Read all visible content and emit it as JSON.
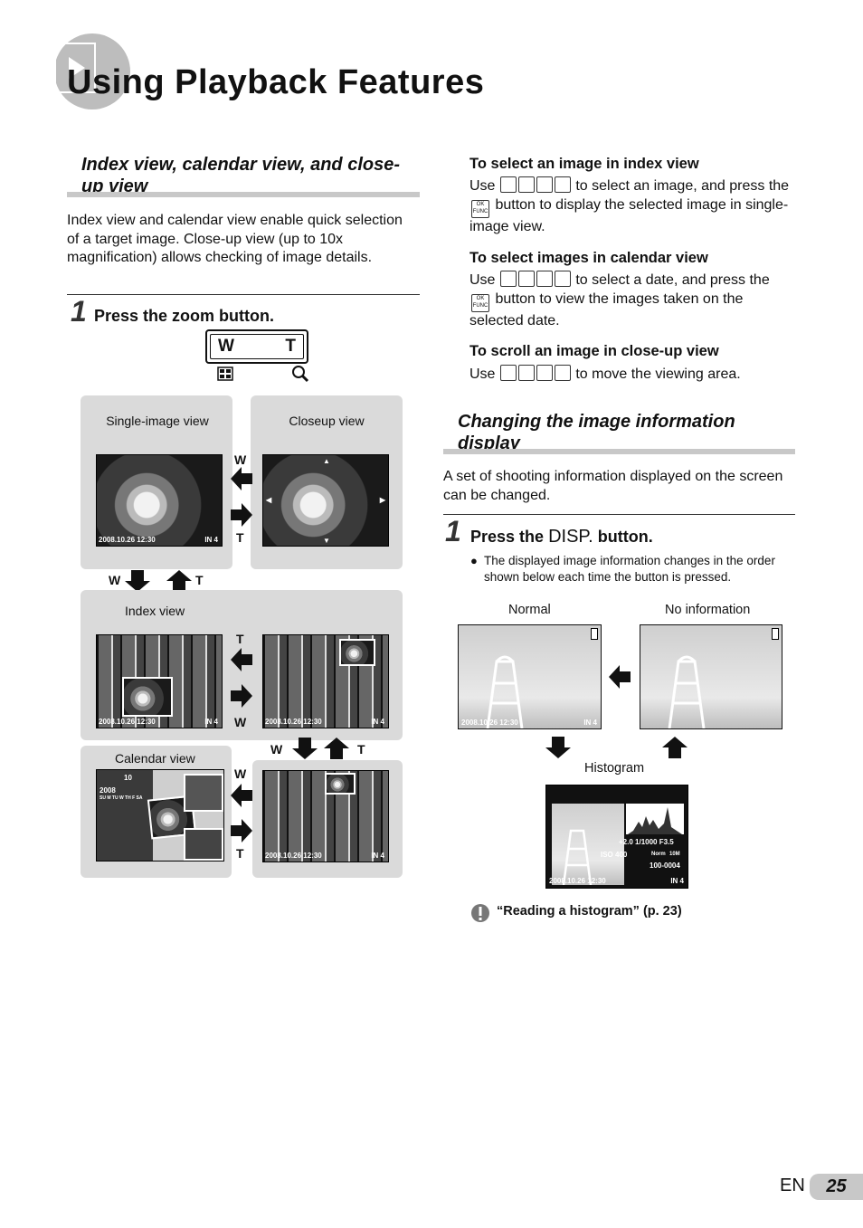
{
  "page": {
    "title": "Using Playback Features",
    "lang": "EN",
    "number": "25"
  },
  "left": {
    "heading": "Index view, calendar view, and close-up view",
    "intro": "Index view and calendar view enable quick selection of a target image. Close-up view (up to 10x magnification) allows checking of image details.",
    "step": {
      "num": "1",
      "text": "Press the zoom button."
    },
    "zoom": {
      "w": "W",
      "t": "T"
    },
    "panels": {
      "single": "Single-image view",
      "closeup": "Closeup view",
      "index": "Index view",
      "calendar": "Calendar view"
    },
    "arrows": {
      "w": "W",
      "t": "T"
    },
    "overlay": {
      "date": "2008.10.26",
      "time": "12:30",
      "count": "4",
      "in": "IN"
    },
    "calendar": {
      "year": "2008",
      "month": "10",
      "days": "SU M TU W TH F SA"
    }
  },
  "right": {
    "select_index": {
      "head": "To select an image in index view",
      "use": "Use",
      "text1": "to select an image, and press",
      "the": "the",
      "text2": "button to display the selected image in single-image view."
    },
    "select_calendar": {
      "head": "To select images in calendar view",
      "use": "Use",
      "text1": "to select a date, and press the",
      "text2": "button to view the images taken on the selected date."
    },
    "scroll": {
      "head": "To scroll an image in close-up view",
      "use": "Use",
      "text1": "to move the viewing area."
    },
    "ok": {
      "top": "OK",
      "bottom": "FUNC"
    },
    "info": {
      "heading": "Changing the image information display",
      "intro": "A set of shooting information displayed on the screen can be changed.",
      "step_num": "1",
      "step_a": "Press the",
      "step_disp": "DISP.",
      "step_b": "button.",
      "bullet": "The displayed image information changes in the order shown below each time the button is pressed.",
      "normal": "Normal",
      "no_info": "No information",
      "histogram": "Histogram",
      "hist": {
        "ev": "+2.0",
        "shutter": "1/1000",
        "fnum": "F3.5",
        "iso": "ISO 400",
        "norm": "Norm",
        "size": "10M",
        "file": "100-0004"
      }
    },
    "note": "“Reading a histogram” (p. 23)"
  },
  "colors": {
    "gray_bar": "#c8c8c8",
    "panel": "#dadada"
  }
}
